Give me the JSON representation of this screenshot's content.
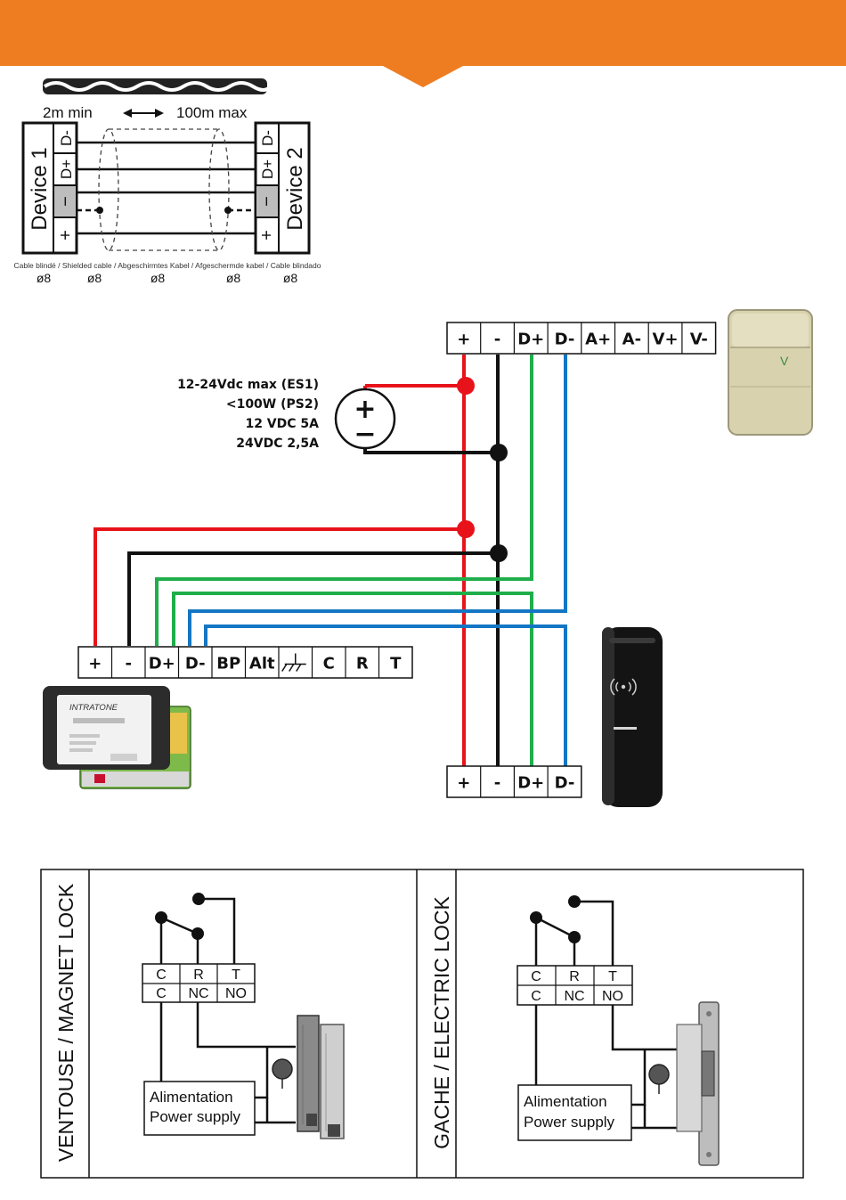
{
  "cable": {
    "min_label": "2m min",
    "max_label": "100m max",
    "device1": "Device 1",
    "device2": "Device 2",
    "terminals": [
      "D-",
      "D+",
      "−",
      "+"
    ],
    "shield_caption": "Cable blindé / Shielded cable / Abgeschirmtes Kabel / Afgeschermde kabel / Cable blindado",
    "diameters": [
      "ø8",
      "ø8",
      "ø8",
      "ø8",
      "ø8"
    ]
  },
  "top_block": {
    "terminals": [
      "+",
      "-",
      "D+",
      "D-",
      "A+",
      "A-",
      "V+",
      "V-"
    ]
  },
  "power_spec": [
    "12-24Vdc max (ES1)",
    "<100W (PS2)",
    "12 VDC 5A",
    "24VDC 2,5A"
  ],
  "psu_symbol": {
    "plus": "+",
    "minus": "−"
  },
  "controller_block": {
    "terminals": [
      "+",
      "-",
      "D+",
      "D-",
      "BP",
      "Alt",
      "",
      "C",
      "R",
      "T"
    ]
  },
  "controller": {
    "brand": "INTRATONE"
  },
  "reader_block": {
    "terminals": [
      "+",
      "-",
      "D+",
      "D-"
    ]
  },
  "locks": [
    {
      "title": "VENTOUSE / MAGNET LOCK",
      "terminals_top": [
        "C",
        "R",
        "T"
      ],
      "terminals_bottom": [
        "C",
        "NC",
        "NO"
      ],
      "psu_line1": "Alimentation",
      "psu_line2": "Power supply"
    },
    {
      "title": "GACHE / ELECTRIC LOCK",
      "terminals_top": [
        "C",
        "R",
        "T"
      ],
      "terminals_bottom": [
        "C",
        "NC",
        "NO"
      ],
      "psu_line1": "Alimentation",
      "psu_line2": "Power supply"
    }
  ],
  "colors": {
    "header": "#ee7d22",
    "red": "#e8131a",
    "black": "#111111",
    "green": "#1fae4b",
    "blue": "#1476c4"
  }
}
